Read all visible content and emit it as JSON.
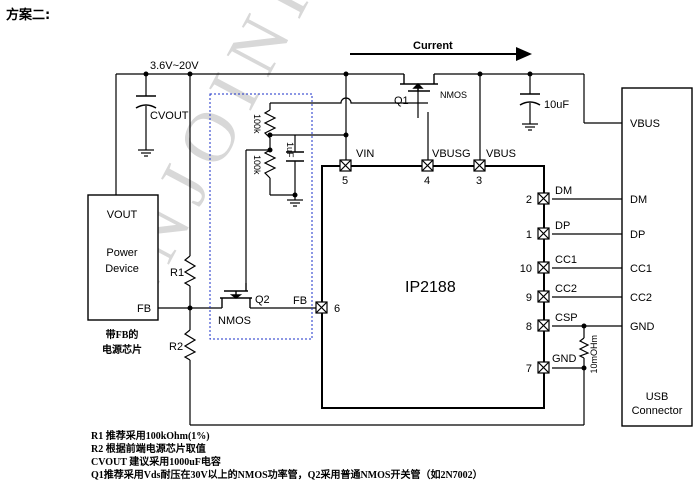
{
  "heading": "方案二:",
  "watermark": "INJOINIC",
  "current_label": "Current",
  "input_voltage": "3.6V~20V",
  "cvout_label": "CVOUT",
  "cap_10uf": "10uF",
  "cap_1uf": "1uF",
  "res_100k_top": "100k",
  "res_100k_bottom": "100k",
  "q1_label": "Q1",
  "q1_type": "NMOS",
  "q2_label": "Q2",
  "q2_type": "NMOS",
  "r1_label": "R1",
  "r2_label": "R2",
  "fb_net": "FB",
  "power_device": {
    "vout": "VOUT",
    "name_line1": "Power",
    "name_line2": "Device",
    "fb": "FB",
    "caption_line1": "带FB的",
    "caption_line2": "电源芯片"
  },
  "chip": {
    "name": "IP2188",
    "pins_top": [
      {
        "name": "VIN",
        "num": "5"
      },
      {
        "name": "VBUSG",
        "num": "4"
      },
      {
        "name": "VBUS",
        "num": "3"
      }
    ],
    "pin_fb": {
      "name": "FB",
      "num": "6"
    },
    "pins_right": [
      {
        "name": "DM",
        "num": "2"
      },
      {
        "name": "DP",
        "num": "1"
      },
      {
        "name": "CC1",
        "num": "10"
      },
      {
        "name": "CC2",
        "num": "9"
      },
      {
        "name": "CSP",
        "num": "8"
      },
      {
        "name": "GND",
        "num": "7"
      }
    ]
  },
  "sense_res": "10mOHm",
  "usb": {
    "pins": [
      "VBUS",
      "DM",
      "DP",
      "CC1",
      "CC2",
      "GND"
    ],
    "title_line1": "USB",
    "title_line2": "Connector"
  },
  "notes": [
    "R1 推荐采用100kOhm(1%)",
    "R2 根据前端电源芯片取值",
    "CVOUT 建议采用1000uF电容",
    "Q1推荐采用Vds耐压在30V以上的NMOS功率管，Q2采用普通NMOS开关管（如2N7002）"
  ]
}
